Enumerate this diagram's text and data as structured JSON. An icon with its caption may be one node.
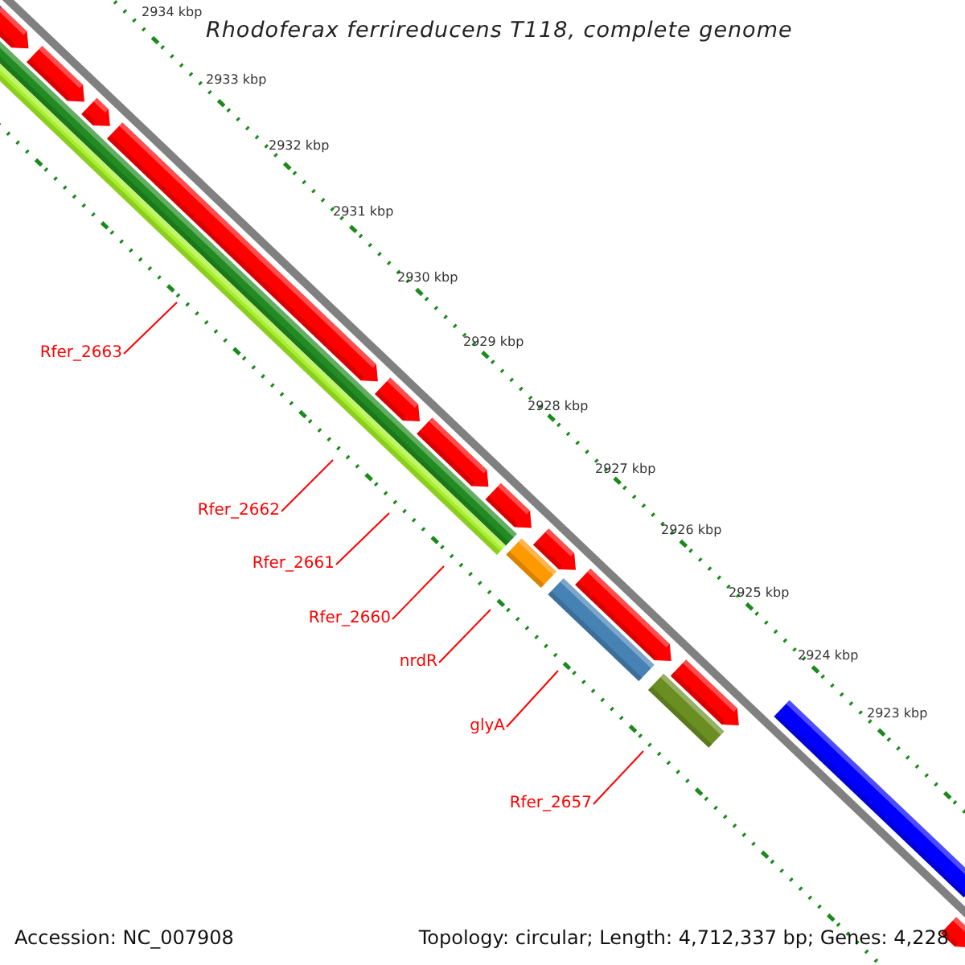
{
  "diagram": {
    "title": "Rhodoferax ferrireducens T118, complete genome",
    "nodes": [
      {
        "text": [
          "Rfer_2663"
        ]
      },
      {
        "text": [
          "Rfer_2662"
        ]
      },
      {
        "text": [
          "Rfer_2661"
        ]
      },
      {
        "text": [
          "Rfer_2660"
        ]
      },
      {
        "text": [
          "nrdR"
        ]
      },
      {
        "text": [
          "glyA"
        ]
      },
      {
        "text": [
          "Rfer_2657"
        ]
      }
    ],
    "edges": [
      {
        "from": 0,
        "to": null,
        "arrow": "none"
      },
      {
        "from": 1,
        "to": null,
        "arrow": "none"
      },
      {
        "from": 2,
        "to": null,
        "arrow": "none"
      },
      {
        "from": 3,
        "to": null,
        "arrow": "none"
      },
      {
        "from": 4,
        "to": null,
        "arrow": "none"
      },
      {
        "from": 5,
        "to": null,
        "arrow": "none"
      },
      {
        "from": 6,
        "to": null,
        "arrow": "none"
      }
    ],
    "labels": [
      "2934 kbp",
      "2933 kbp",
      "2932 kbp",
      "2931 kbp",
      "2930 kbp",
      "2929 kbp",
      "2928 kbp",
      "2927 kbp",
      "2926 kbp",
      "2925 kbp",
      "2924 kbp",
      "2923 kbp",
      "Accession: NC_007908",
      "Topology: circular; Length: 4,712,337 bp; Genes: 4,228"
    ]
  }
}
